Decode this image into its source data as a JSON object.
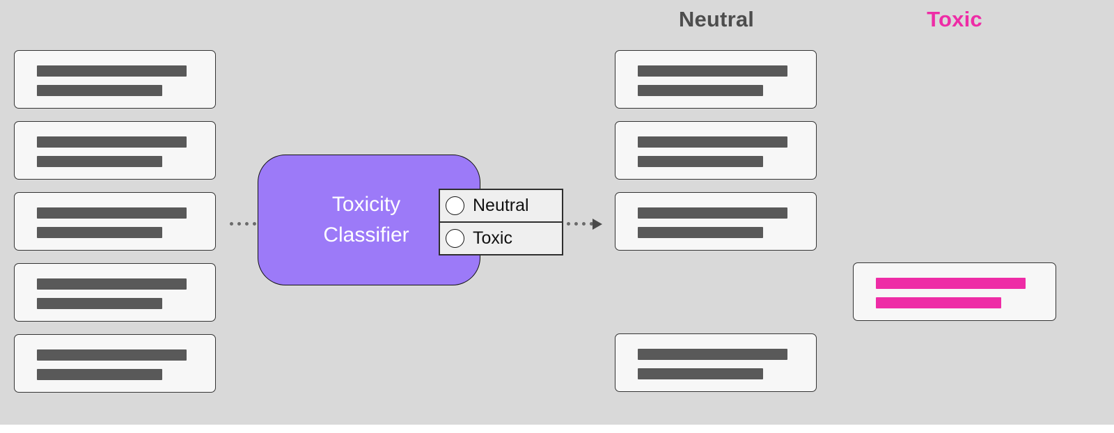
{
  "classifier": {
    "title_line1": "Toxicity",
    "title_line2": "Classifier",
    "fill_color": "#9c7af8",
    "options": [
      {
        "label": "Neutral"
      },
      {
        "label": "Toxic"
      }
    ]
  },
  "columns": {
    "neutral": {
      "title": "Neutral",
      "title_color": "#4d4d4d",
      "card_count": 4
    },
    "toxic": {
      "title": "Toxic",
      "title_color": "#ee2ca6",
      "card_count": 1
    }
  },
  "input": {
    "card_count": 5
  },
  "colors": {
    "background": "#d9d9d9",
    "card_background": "#f7f7f7",
    "placeholder_bar": "#595959",
    "toxic_bar": "#ee2ca6"
  }
}
